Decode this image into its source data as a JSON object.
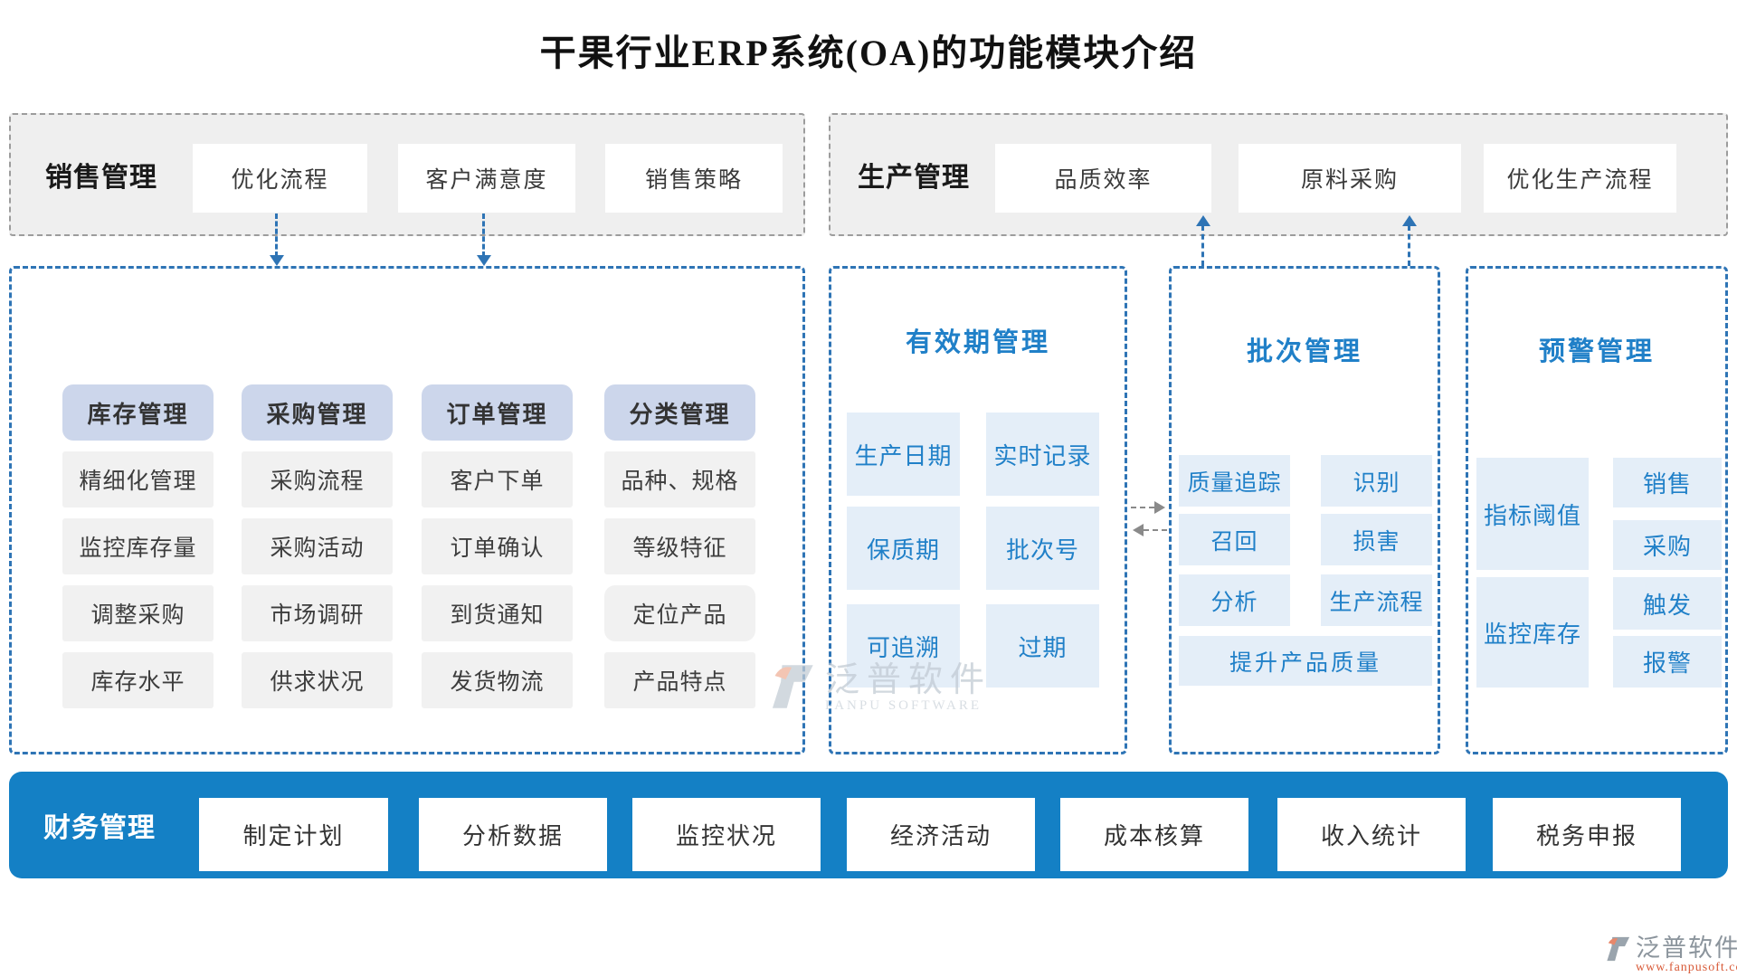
{
  "title": "干果行业ERP系统(OA)的功能模块介绍",
  "sales": {
    "label": "销售管理",
    "items": [
      "优化流程",
      "客户满意度",
      "销售策略"
    ]
  },
  "production": {
    "label": "生产管理",
    "items": [
      "品质效率",
      "原料采购",
      "优化生产流程"
    ]
  },
  "matrix": {
    "columns": [
      {
        "header": "库存管理",
        "cells": [
          "精细化管理",
          "监控库存量",
          "调整采购",
          "库存水平"
        ]
      },
      {
        "header": "采购管理",
        "cells": [
          "采购流程",
          "采购活动",
          "市场调研",
          "供求状况"
        ]
      },
      {
        "header": "订单管理",
        "cells": [
          "客户下单",
          "订单确认",
          "到货通知",
          "发货物流"
        ]
      },
      {
        "header": "分类管理",
        "cells": [
          "品种、规格",
          "等级特征",
          "定位产品",
          "产品特点"
        ]
      }
    ]
  },
  "validity": {
    "title": "有效期管理",
    "cells": [
      "生产日期",
      "实时记录",
      "保质期",
      "批次号",
      "可追溯",
      "过期"
    ]
  },
  "batch": {
    "title": "批次管理",
    "cells": [
      "质量追踪",
      "识别",
      "召回",
      "损害",
      "分析",
      "生产流程"
    ],
    "wide_cell": "提升产品质量"
  },
  "warning": {
    "title": "预警管理",
    "left_cells": [
      "指标阈值",
      "监控库存"
    ],
    "right_cells": [
      "销售",
      "采购",
      "触发",
      "报警"
    ]
  },
  "finance": {
    "label": "财务管理",
    "items": [
      "制定计划",
      "分析数据",
      "监控状况",
      "经济活动",
      "成本核算",
      "收入统计",
      "税务申报"
    ]
  },
  "watermark": {
    "cn": "泛普软件",
    "en": "FANPU SOFTWARE"
  },
  "footer": {
    "brand": "泛普软件",
    "url": "www.fanpusoft.com"
  },
  "colors": {
    "accent_blue": "#2e74b5",
    "cell_blue_text": "#2080c8",
    "cell_blue_bg": "#e4eef8",
    "header_bg": "#ccd6eb",
    "gray_cell_bg": "#f1f1f1",
    "finance_bar": "#1480c5",
    "footer_url": "#d85a38"
  }
}
